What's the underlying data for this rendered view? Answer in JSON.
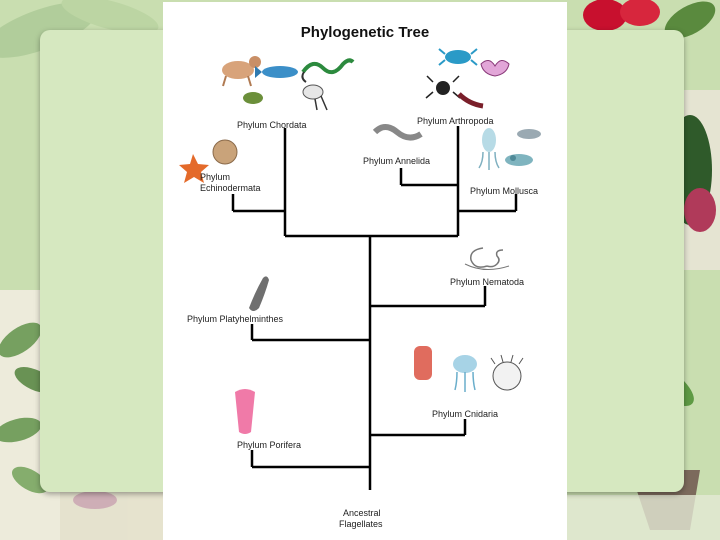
{
  "diagram": {
    "title": "Phylogenetic Tree",
    "labels": {
      "chordata": "Phylum Chordata",
      "arthropoda": "Phylum Arthropoda",
      "annelida": "Phylum Annelida",
      "mollusca": "Phylum Mollusca",
      "echinodermata_1": "Phylum",
      "echinodermata_2": "Echinodermata",
      "nematoda": "Phylum Nematoda",
      "platyhelminthes": "Phylum Platyhelminthes",
      "cnidaria": "Phylum Cnidaria",
      "porifera": "Phylum Porifera",
      "root_1": "Ancestral",
      "root_2": "Flagellates"
    },
    "colors": {
      "background": "#c9deb0",
      "frame": "#d6e8c0",
      "lines": "#000000"
    }
  }
}
